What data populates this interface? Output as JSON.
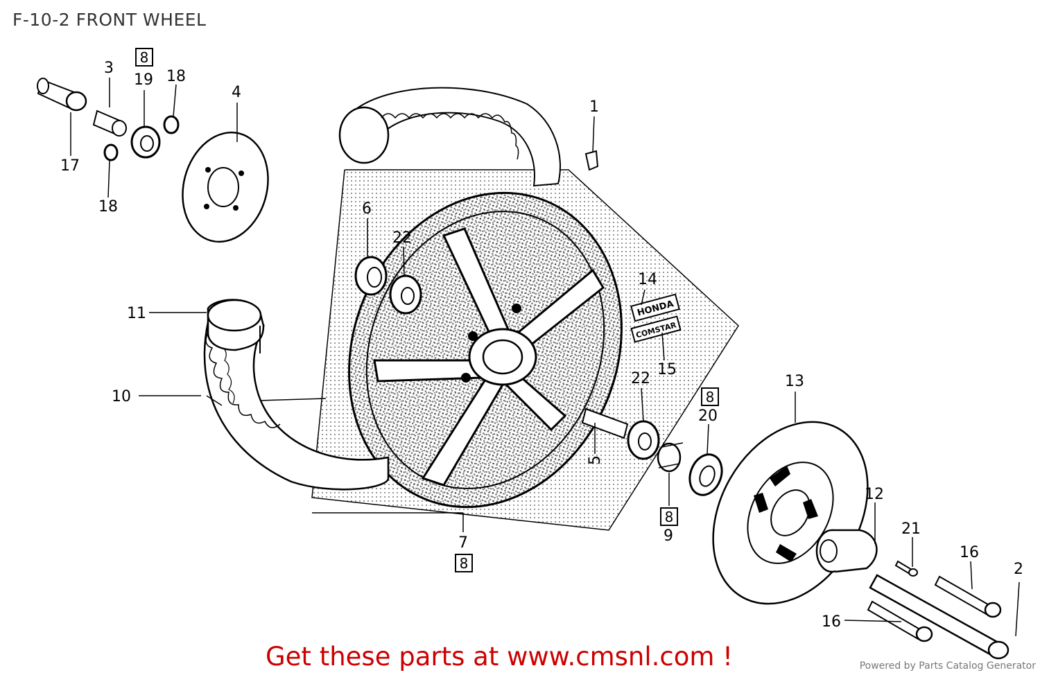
{
  "title": "F-10-2 FRONT WHEEL",
  "callouts": {
    "c1": "1",
    "c2": "2",
    "c3": "3",
    "c4": "4",
    "c5": "5",
    "c6": "6",
    "c7": "7",
    "c9": "9",
    "c10": "10",
    "c11": "11",
    "c12": "12",
    "c13": "13",
    "c14": "14",
    "c15": "15",
    "c16a": "16",
    "c16b": "16",
    "c17": "17",
    "c18a": "18",
    "c18b": "18",
    "c19": "19",
    "c20": "20",
    "c21": "21",
    "c22a": "22",
    "c22b": "22"
  },
  "ref_boxes": {
    "r19": "8",
    "r20": "8",
    "r9": "8",
    "r7": "8"
  },
  "decals": {
    "honda": "HONDA",
    "comstar": "COMSTAR"
  },
  "promo_text": "Get these parts at www.cmsnl.com !",
  "footer_text": "Powered by Parts Catalog Generator",
  "colors": {
    "line": "#000000",
    "promo": "#cc0000",
    "title": "#333333",
    "footer": "#777777"
  }
}
